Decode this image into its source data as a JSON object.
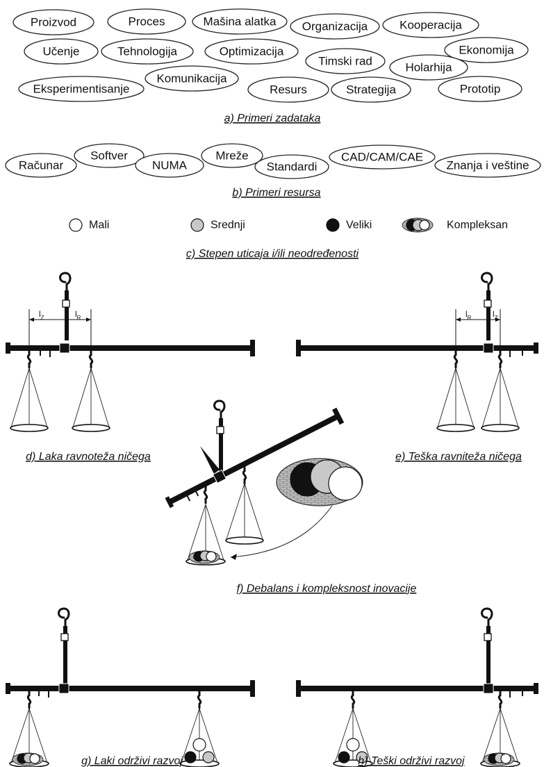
{
  "tasks": [
    "Proizvod",
    "Proces",
    "Mašina alatka",
    "Organizacija",
    "Kooperacija",
    "Učenje",
    "Tehnologija",
    "Optimizacija",
    "Timski rad",
    "Ekonomija",
    "Holarhija",
    "Komunikacija",
    "Eksperimentisanje",
    "Resurs",
    "Strategija",
    "Prototip"
  ],
  "resources": [
    "Računar",
    "Softver",
    "NUMA",
    "Mreže",
    "Standardi",
    "CAD/CAM/CAE",
    "Znanja i veštine"
  ],
  "legend": [
    {
      "label": "Mali",
      "fill": "#ffffff"
    },
    {
      "label": "Srednji",
      "fill": "#c8c8c8"
    },
    {
      "label": "Veliki",
      "fill": "#111111"
    },
    {
      "label": "Kompleksan",
      "fill": "composite"
    }
  ],
  "captions": {
    "a": "a) Primeri zadataka",
    "b": "b) Primeri resursa",
    "c": "c) Stepen uticaja i/ili neodređenosti",
    "d": "d) Laka ravnoteža ničega",
    "e": "e) Teška ravniteža ničega",
    "f": "f) Debalans i kompleksnost inovacije",
    "g": "g) Laki održivi razvoj",
    "h": "h) Teški održivi razvoj"
  },
  "arm_labels": {
    "lz": "l",
    "lz_sub": "Z",
    "lr": "l",
    "lr_sub": "R"
  },
  "colors": {
    "ink": "#111111",
    "small": "#ffffff",
    "medium": "#c8c8c8",
    "large": "#111111"
  }
}
